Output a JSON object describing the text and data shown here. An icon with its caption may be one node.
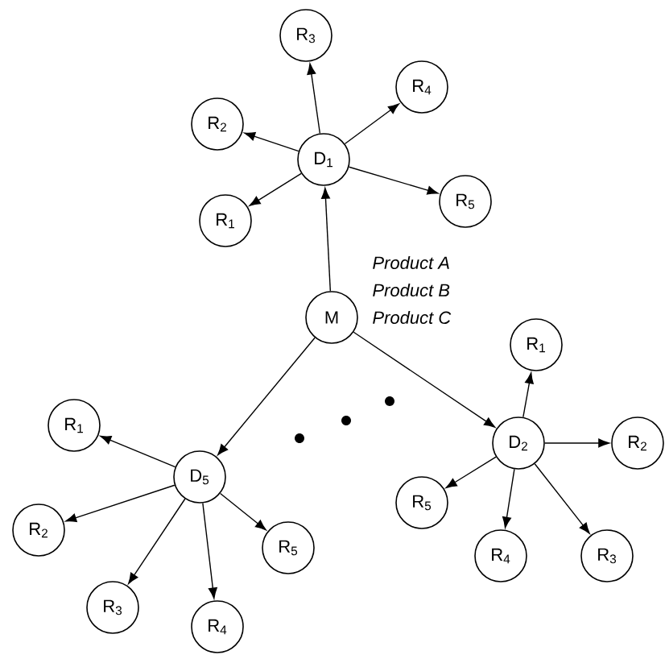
{
  "diagram": {
    "nodes": [
      {
        "text": [
          "M"
        ]
      },
      {
        "text": [
          "D$_{1}$"
        ]
      },
      {
        "text": [
          "R$_{1}$"
        ]
      },
      {
        "text": [
          "R$_{2}$"
        ]
      },
      {
        "text": [
          "R$_{3}$"
        ]
      },
      {
        "text": [
          "R$_{4}$"
        ]
      },
      {
        "text": [
          "R$_{5}$"
        ]
      },
      {
        "text": [
          "D$_{2}$"
        ]
      },
      {
        "text": [
          "R$_{1}$"
        ]
      },
      {
        "text": [
          "R$_{2}$"
        ]
      },
      {
        "text": [
          "R$_{3}$"
        ]
      },
      {
        "text": [
          "R$_{4}$"
        ]
      },
      {
        "text": [
          "R$_{5}$"
        ]
      },
      {
        "text": [
          "D$_{5}$"
        ]
      },
      {
        "text": [
          "R$_{1}$"
        ]
      },
      {
        "text": [
          "R$_{2}$"
        ]
      },
      {
        "text": [
          "R$_{3}$"
        ]
      },
      {
        "text": [
          "R$_{4}$"
        ]
      },
      {
        "text": [
          "R$_{5}$"
        ]
      }
    ],
    "edges": [
      {
        "from": 0,
        "to": 1,
        "arrow": "to"
      },
      {
        "from": 0,
        "to": 7,
        "arrow": "to"
      },
      {
        "from": 0,
        "to": 13,
        "arrow": "to"
      },
      {
        "from": 1,
        "to": 2,
        "arrow": "to"
      },
      {
        "from": 1,
        "to": 3,
        "arrow": "to"
      },
      {
        "from": 1,
        "to": 4,
        "arrow": "to"
      },
      {
        "from": 1,
        "to": 5,
        "arrow": "to"
      },
      {
        "from": 1,
        "to": 6,
        "arrow": "to"
      },
      {
        "from": 7,
        "to": 8,
        "arrow": "to"
      },
      {
        "from": 7,
        "to": 9,
        "arrow": "to"
      },
      {
        "from": 7,
        "to": 10,
        "arrow": "to"
      },
      {
        "from": 7,
        "to": 11,
        "arrow": "to"
      },
      {
        "from": 7,
        "to": 12,
        "arrow": "to"
      },
      {
        "from": 13,
        "to": 14,
        "arrow": "to"
      },
      {
        "from": 13,
        "to": 15,
        "arrow": "to"
      },
      {
        "from": 13,
        "to": 16,
        "arrow": "to"
      },
      {
        "from": 13,
        "to": 17,
        "arrow": "to"
      },
      {
        "from": 13,
        "to": 18,
        "arrow": "to"
      }
    ],
    "labels": [
      "Product A",
      "Product B",
      "Product C"
    ]
  }
}
